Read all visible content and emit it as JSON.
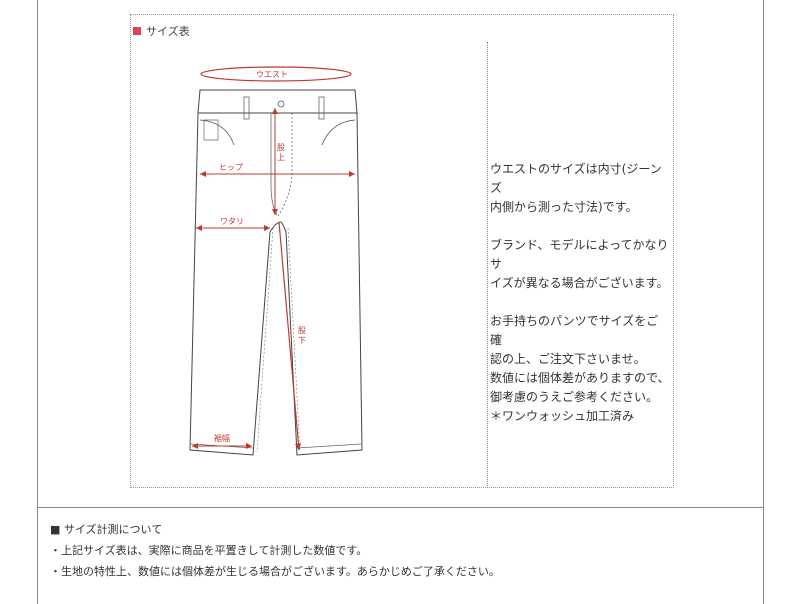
{
  "section": {
    "title": "サイズ表"
  },
  "labels": {
    "waist": "ウエスト",
    "hip": "ヒップ",
    "thigh": "ワタリ",
    "rise_chars": [
      "股",
      "上"
    ],
    "inseam_chars": [
      "股",
      "下"
    ],
    "hem": "裾幅"
  },
  "notes": [
    "ウエストのサイズは内寸(ジーンズ",
    "内側から測った寸法)です。",
    "",
    "ブランド、モデルによってかなりサ",
    "イズが異なる場合がございます。",
    "",
    "お手持ちのパンツでサイズをご確",
    "認の上、ご注文下さいませ。",
    "数値には個体差がありますので、",
    "御考慮のうえご参考ください。",
    "＊ワンウォッシュ加工済み"
  ],
  "footer": {
    "heading": "■ サイズ計測について",
    "line1": "・上記サイズ表は、実際に商品を平置きして計測した数値です。",
    "line2": "・生地の特性上、数値には個体差が生じる場合がございます。あらかじめご了承ください。"
  },
  "colors": {
    "accent": "#e0445a",
    "measure": "#c0392b",
    "outline": "#444444"
  }
}
